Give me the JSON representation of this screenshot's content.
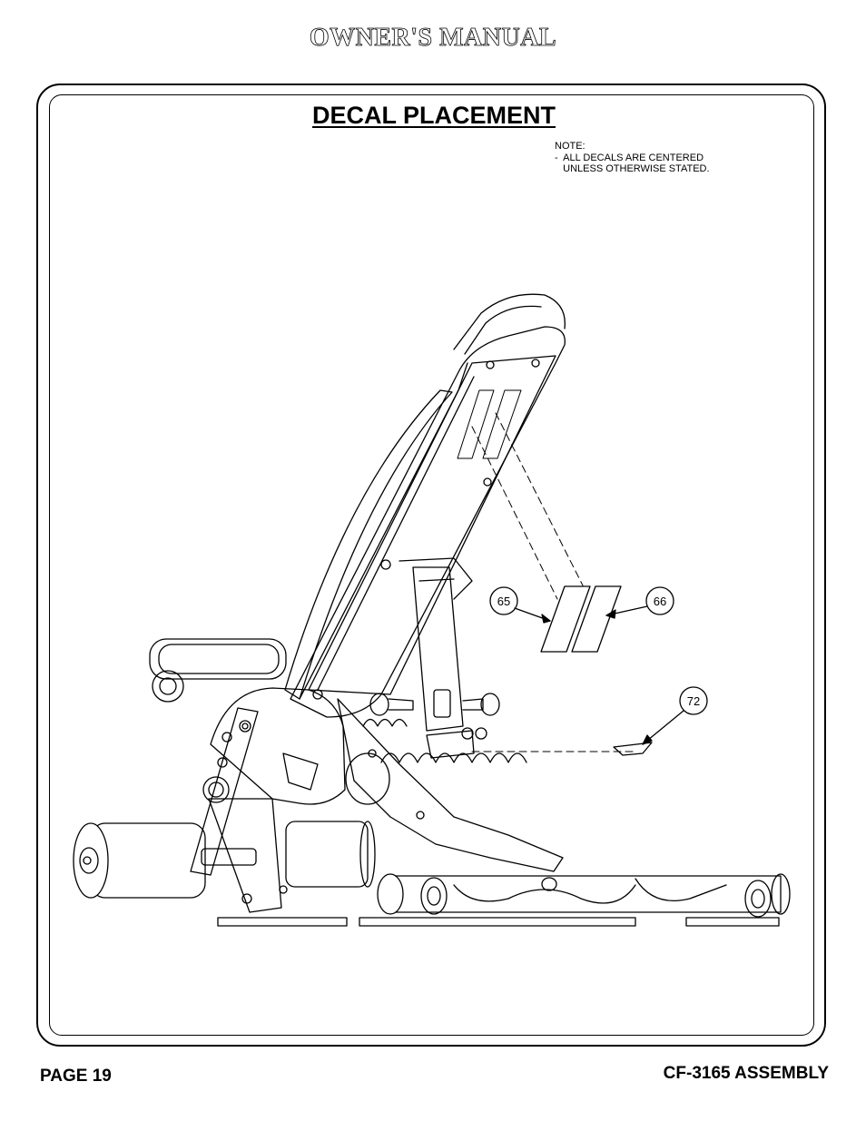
{
  "header": {
    "title": "OWNER'S MANUAL"
  },
  "section": {
    "title": "DECAL PLACEMENT"
  },
  "note": {
    "line1": "NOTE:",
    "line2": "-  ALL DECALS ARE CENTERED",
    "line3": "   UNLESS OTHERWISE STATED."
  },
  "callouts": {
    "c65": "65",
    "c66": "66",
    "c72": "72"
  },
  "footer": {
    "page": "PAGE 19",
    "model": "CF-3165 ASSEMBLY"
  }
}
